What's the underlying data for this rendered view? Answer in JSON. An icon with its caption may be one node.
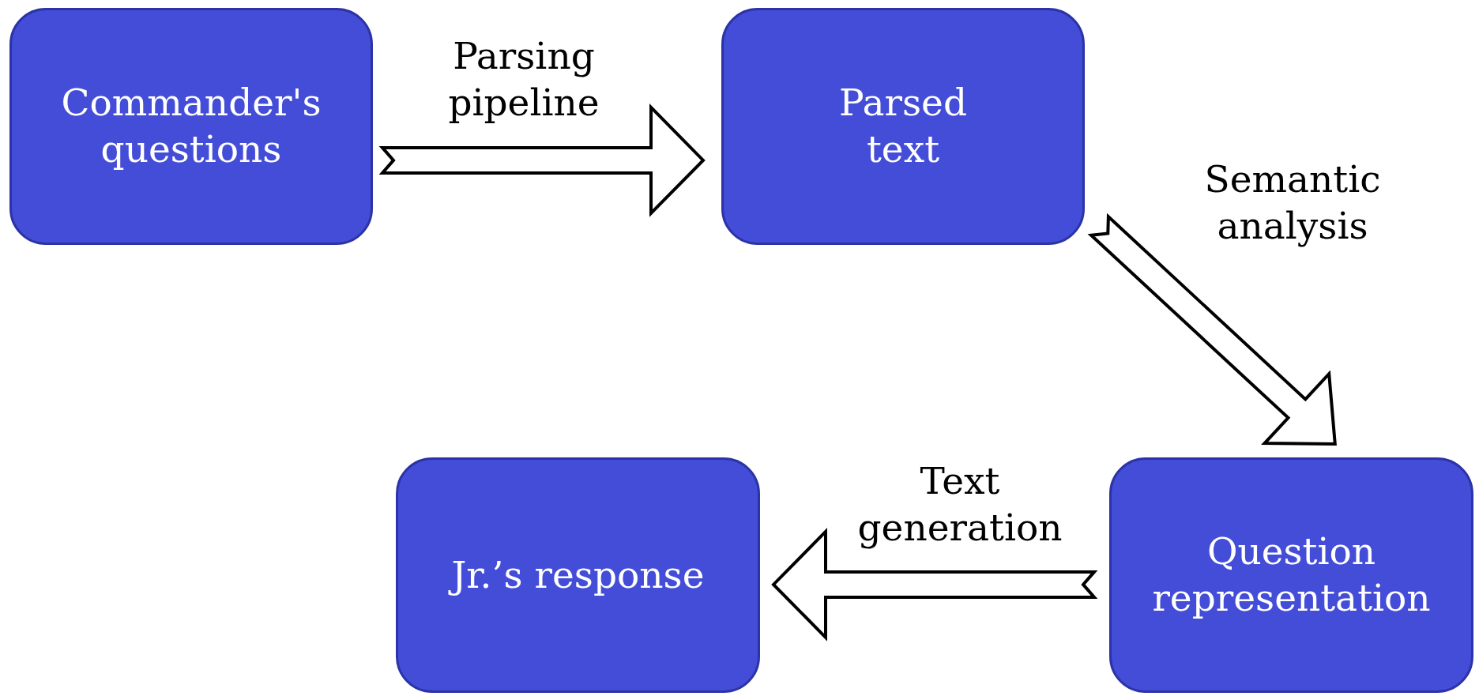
{
  "diagram": {
    "nodes": [
      {
        "text": [
          "Commander's questions"
        ]
      },
      {
        "text": [
          "Parsed text"
        ]
      },
      {
        "text": [
          "Jr.’s response"
        ]
      },
      {
        "text": [
          "Question representation"
        ]
      }
    ],
    "edges": [
      {
        "from": 0,
        "to": 1,
        "arrow": "to",
        "label": "Parsing pipeline"
      },
      {
        "from": 1,
        "to": 3,
        "arrow": "to",
        "label": "Semantic analysis"
      },
      {
        "from": 3,
        "to": 2,
        "arrow": "to",
        "label": "Text generation"
      }
    ]
  }
}
